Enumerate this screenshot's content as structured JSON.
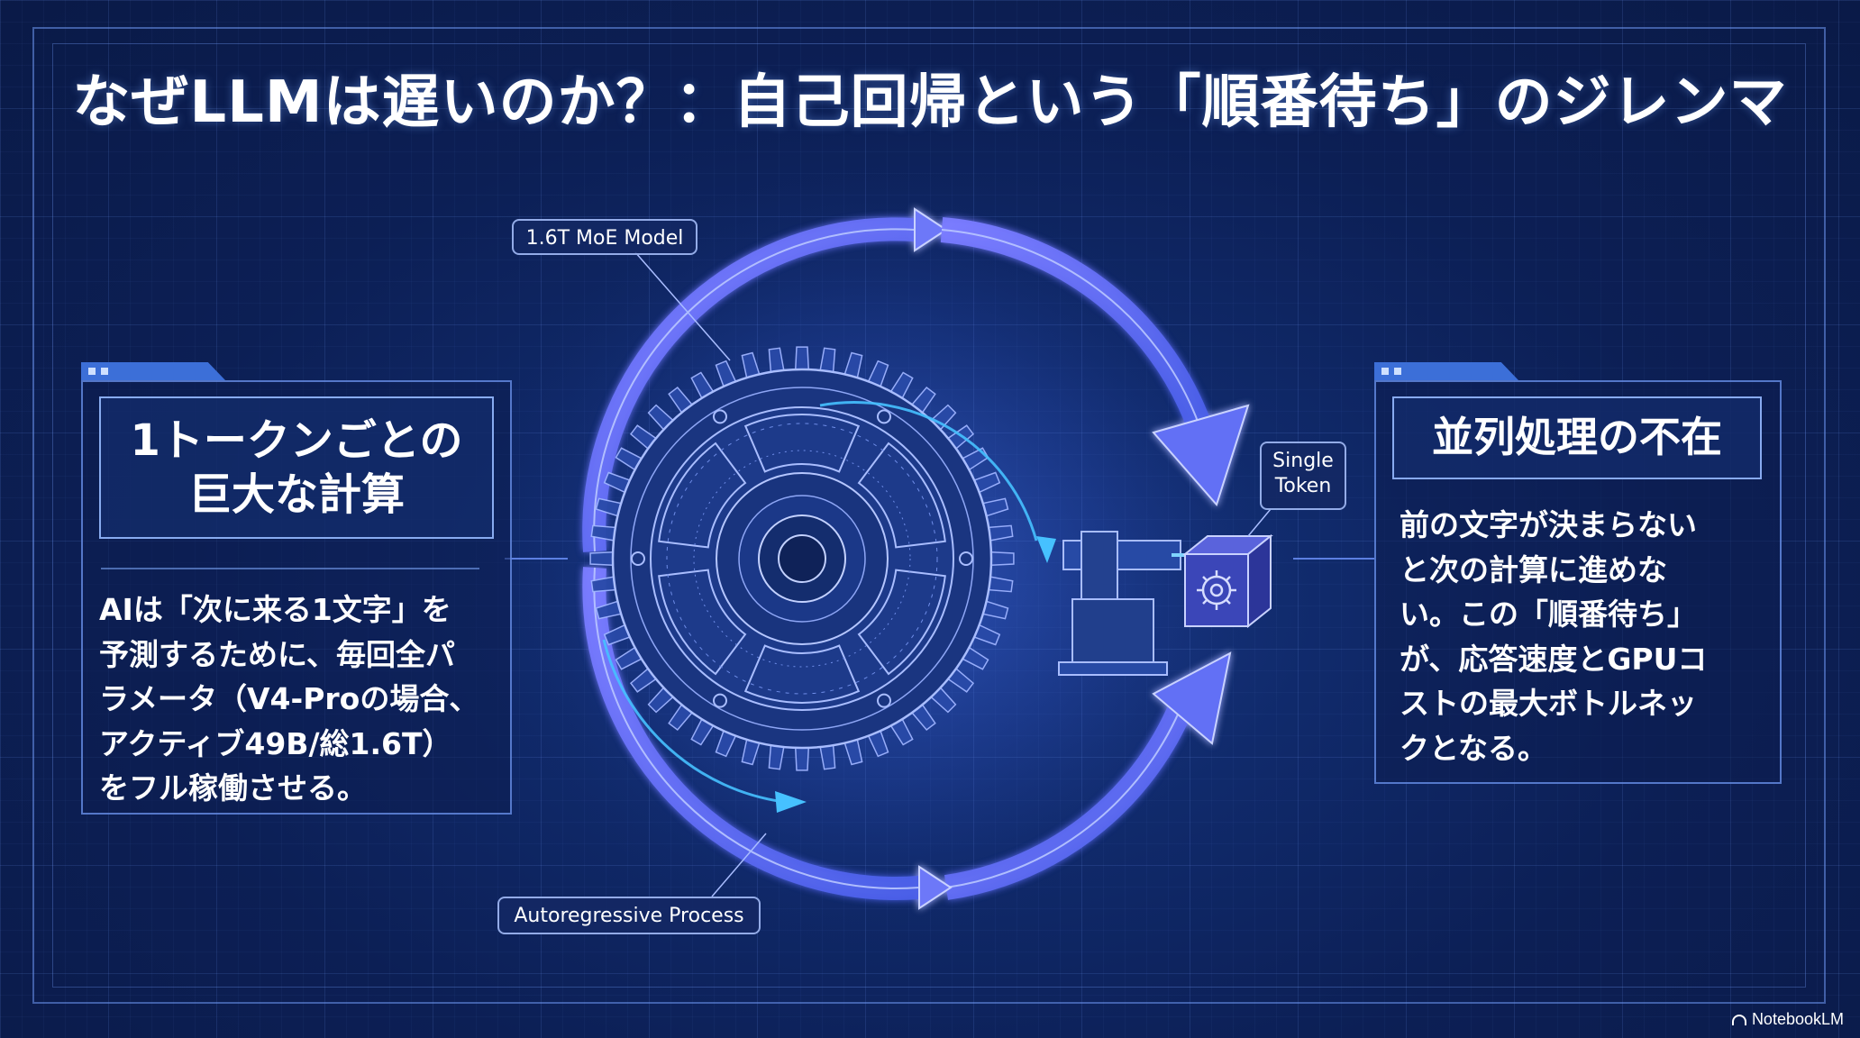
{
  "title": "なぜLLMは遅いのか？：自己回帰という「順番待ち」のジレンマ",
  "labels": {
    "model": "1.6T MoE Model",
    "token_line1": "Single",
    "token_line2": "Token",
    "process": "Autoregressive Process"
  },
  "left_panel": {
    "heading_line1": "1トークンごとの",
    "heading_line2": "巨大な計算",
    "body": [
      "AIは「次に来る1文字」を",
      "予測するために、毎回全パ",
      "ラメータ（V4-Proの場合、",
      "アクティブ49B/総1.6T）",
      "をフル稼働させる。"
    ]
  },
  "right_panel": {
    "heading": "並列処理の不在",
    "body": [
      "前の文字が決まらない",
      "と次の計算に進めな",
      "い。この「順番待ち」",
      "が、応答速度とGPUコ",
      "ストの最大ボトルネッ",
      "クとなる。"
    ]
  },
  "brand": "NotebookLM",
  "icons": {
    "center": "gear-icon",
    "token": "token-cube-icon",
    "cycle": "cycle-arrows-icon",
    "brand": "notebooklm-logo-icon"
  },
  "colors": {
    "background": "#0c1f55",
    "accent": "#3c6fd8",
    "arrow": "#5a6ff0",
    "text": "#ffffff"
  }
}
